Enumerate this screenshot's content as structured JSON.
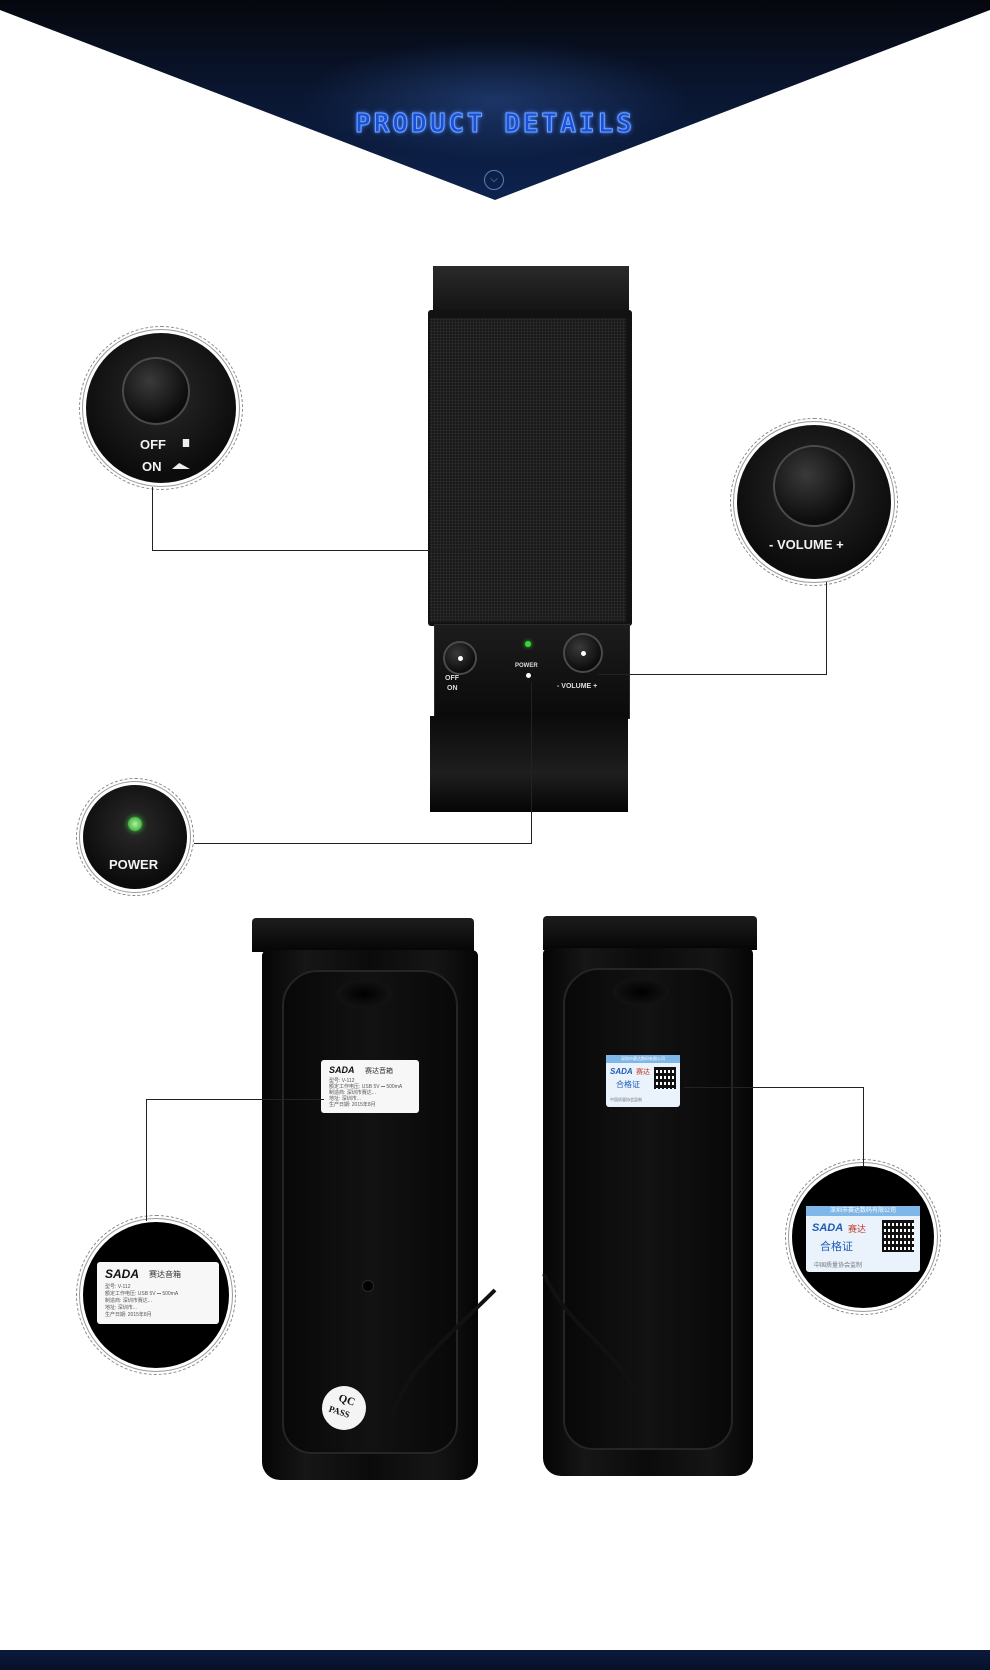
{
  "header": {
    "title": "PRODUCT DETAILS",
    "chevron_icon": "chevron-down-icon"
  },
  "front_speaker": {
    "switch_off_label": "OFF",
    "switch_on_label": "ON",
    "power_label": "POWER",
    "volume_label": "- VOLUME +"
  },
  "callouts": {
    "switch": {
      "off_label": "OFF",
      "on_label": "ON"
    },
    "volume": {
      "label": "- VOLUME +"
    },
    "power": {
      "label": "POWER"
    }
  },
  "back_left": {
    "sticker": {
      "brand": "SADA",
      "brand_cn": "赛达音箱",
      "lines": [
        "型号: V-112",
        "额定工作电压: USB 5V ⎓ 500mA",
        "制造商: 深圳市赛达...",
        "地址: 深圳市...",
        "生产日期: 2015年8月"
      ]
    },
    "qc_badge": {
      "line1": "QC",
      "line2": "PASS"
    }
  },
  "back_right": {
    "sticker": {
      "header": "深圳市赛达数码有限公司",
      "brand": "SADA",
      "brand_cn": "赛达",
      "title": "合格证",
      "footer": "中国质量协会监制"
    }
  },
  "colors": {
    "header_blue": "#1a4fd8",
    "led_green": "#3cd23c"
  }
}
